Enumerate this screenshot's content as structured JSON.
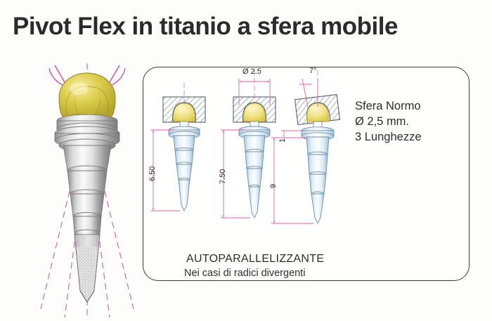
{
  "page": {
    "title": "Pivot Flex in titanio a sfera mobile",
    "background_color": "#fdfdfb",
    "title_color": "#2b2b2b"
  },
  "colors": {
    "panel_border": "#3a3a3a",
    "dimension_line": "#e060a8",
    "ball_gold": "#cfc040",
    "ball_gold_light": "#f0e58a",
    "post_blue": "#cfe2f0",
    "post_outline": "#6f8fa8",
    "hatch": "#5a6b86",
    "metal_gray": "#9a9a9a",
    "text": "#2d2d2d"
  },
  "panel": {
    "spec_lines": [
      "Sfera Normo",
      "Ø 2,5 mm.",
      "3 Lunghezze"
    ],
    "caption_main": "AUTOPARALLELIZZANTE",
    "caption_sub": "Nei casi di radici divergenti",
    "dimensions": {
      "diameter_label": "Ø 2.5",
      "angle_label": "7°",
      "collar_label": "1",
      "lengths": [
        "6.50",
        "7.50",
        "9"
      ]
    },
    "variants": [
      {
        "name": "variant-short",
        "length": "6.50",
        "tilted": false
      },
      {
        "name": "variant-medium",
        "length": "7.50",
        "tilted": false
      },
      {
        "name": "variant-long",
        "length": "9",
        "tilted": true
      }
    ]
  },
  "main_illustration": {
    "name": "pivot-flex-large-drawing",
    "parts": [
      "gold-ball-head",
      "ribbed-titanium-collar",
      "stepped-post",
      "sandblasted-tapered-tip"
    ],
    "annotations": [
      "pivot-arc-arrows",
      "axis-centerline",
      "divergence-angle-lines"
    ]
  }
}
